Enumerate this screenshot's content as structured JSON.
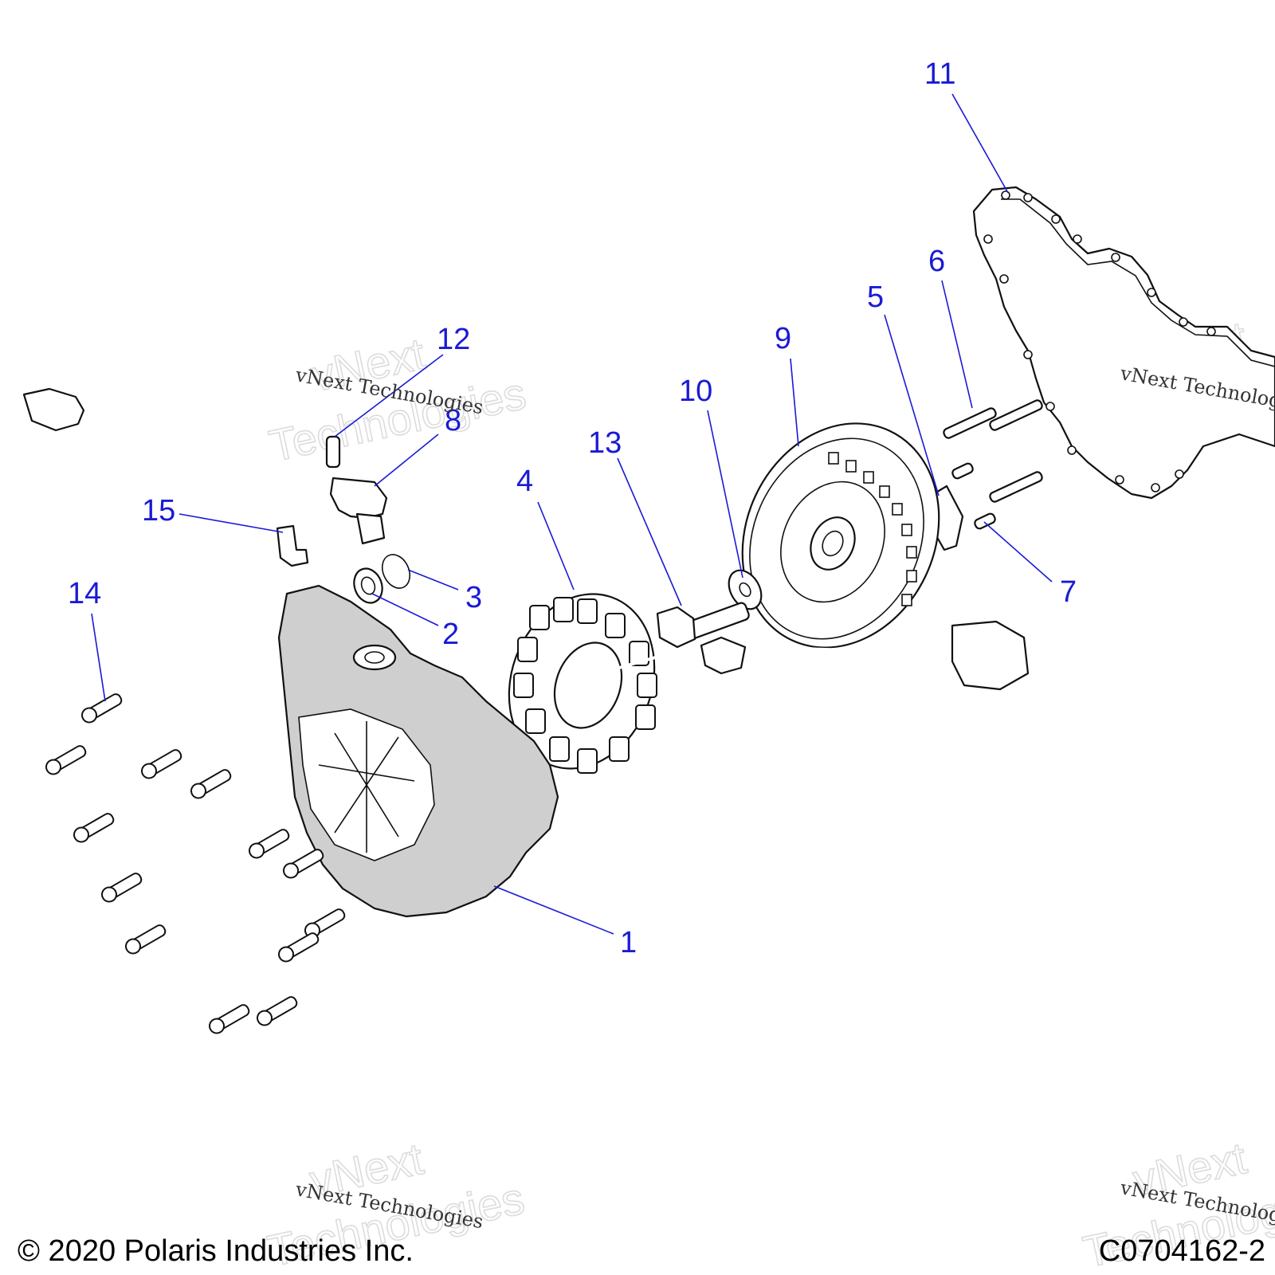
{
  "diagram": {
    "callouts": [
      "1",
      "2",
      "3",
      "4",
      "5",
      "6",
      "7",
      "8",
      "9",
      "10",
      "11",
      "12",
      "13",
      "14",
      "15"
    ]
  },
  "watermark": {
    "line1": "vNext Technologies",
    "outline_top": "vNext",
    "outline_bottom": "Technologies"
  },
  "footer": {
    "copyright": "© 2020 Polaris Industries Inc.",
    "figure_id": "C0704162-2"
  }
}
